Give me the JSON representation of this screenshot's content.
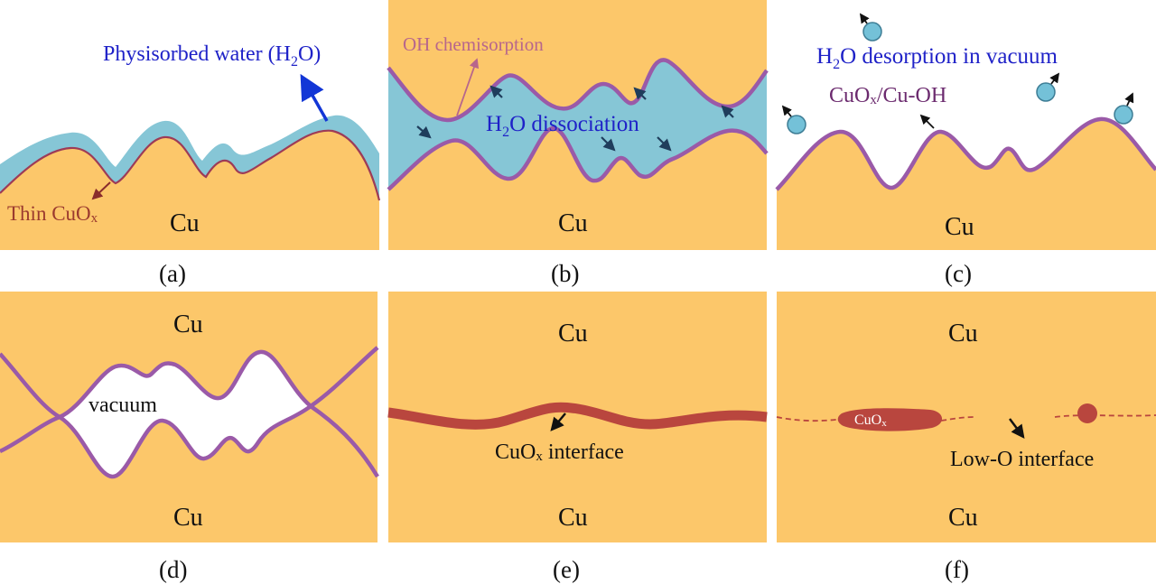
{
  "colors": {
    "copper": "#fcc76a",
    "water": "#86c6d6",
    "oxide_line": "#9d3b57",
    "hydroxide_line": "#9a5aa8",
    "cuox_interface": "#b9463e",
    "arrow_blue": "#1236d6",
    "arrow_dark": "#1f3d5c",
    "molecule": "#74c1d8"
  },
  "panels": {
    "a": {
      "caption": "(a)",
      "label_water": "Physisorbed water (H",
      "label_water_sub": "2",
      "label_water_end": "O)",
      "label_oxide": "Thin CuO",
      "label_oxide_sub": "x",
      "label_cu": "Cu"
    },
    "b": {
      "caption": "(b)",
      "label_oh": "OH chemisorption",
      "label_diss_pre": "H",
      "label_diss_sub": "2",
      "label_diss_post": "O dissociation",
      "label_cu": "Cu"
    },
    "c": {
      "caption": "(c)",
      "label_desorp_pre": "H",
      "label_desorp_sub": "2",
      "label_desorp_post": "O desorption in vacuum",
      "label_surface_pre": "CuO",
      "label_surface_sub": "x",
      "label_surface_post": "/Cu-OH",
      "label_cu": "Cu"
    },
    "d": {
      "caption": "(d)",
      "label_cu_top": "Cu",
      "label_vacuum": "vacuum",
      "label_cu_bottom": "Cu"
    },
    "e": {
      "caption": "(e)",
      "label_cu_top": "Cu",
      "label_interface_pre": "CuO",
      "label_interface_sub": "x",
      "label_interface_post": " interface",
      "label_cu_bottom": "Cu"
    },
    "f": {
      "caption": "(f)",
      "label_cu_top": "Cu",
      "label_island": "CuO",
      "label_island_sub": "x",
      "label_interface": "Low-O interface",
      "label_cu_bottom": "Cu"
    }
  },
  "icons": [
    "arrow-icon",
    "water-molecule-icon"
  ]
}
